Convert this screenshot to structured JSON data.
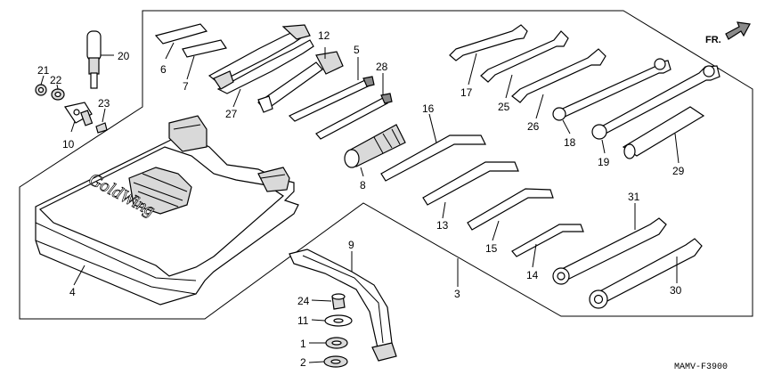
{
  "diagram": {
    "drawing_code": "MAMV-F3900",
    "direction_label": "FR.",
    "case_emblem_text": "GoldWing",
    "part_labels": [
      {
        "id": "p1",
        "text": "1"
      },
      {
        "id": "p2",
        "text": "2"
      },
      {
        "id": "p3",
        "text": "3"
      },
      {
        "id": "p4",
        "text": "4"
      },
      {
        "id": "p5",
        "text": "5"
      },
      {
        "id": "p6",
        "text": "6"
      },
      {
        "id": "p7",
        "text": "7"
      },
      {
        "id": "p8",
        "text": "8"
      },
      {
        "id": "p9",
        "text": "9"
      },
      {
        "id": "p10",
        "text": "10"
      },
      {
        "id": "p11",
        "text": "11"
      },
      {
        "id": "p12",
        "text": "12"
      },
      {
        "id": "p13",
        "text": "13"
      },
      {
        "id": "p14",
        "text": "14"
      },
      {
        "id": "p15",
        "text": "15"
      },
      {
        "id": "p16",
        "text": "16"
      },
      {
        "id": "p17",
        "text": "17"
      },
      {
        "id": "p18",
        "text": "18"
      },
      {
        "id": "p19",
        "text": "19"
      },
      {
        "id": "p20",
        "text": "20"
      },
      {
        "id": "p21",
        "text": "21"
      },
      {
        "id": "p22",
        "text": "22"
      },
      {
        "id": "p23",
        "text": "23"
      },
      {
        "id": "p24",
        "text": "24"
      },
      {
        "id": "p25",
        "text": "25"
      },
      {
        "id": "p26",
        "text": "26"
      },
      {
        "id": "p27",
        "text": "27"
      },
      {
        "id": "p28",
        "text": "28"
      },
      {
        "id": "p29",
        "text": "29"
      },
      {
        "id": "p30",
        "text": "30"
      },
      {
        "id": "p31",
        "text": "31"
      }
    ]
  }
}
